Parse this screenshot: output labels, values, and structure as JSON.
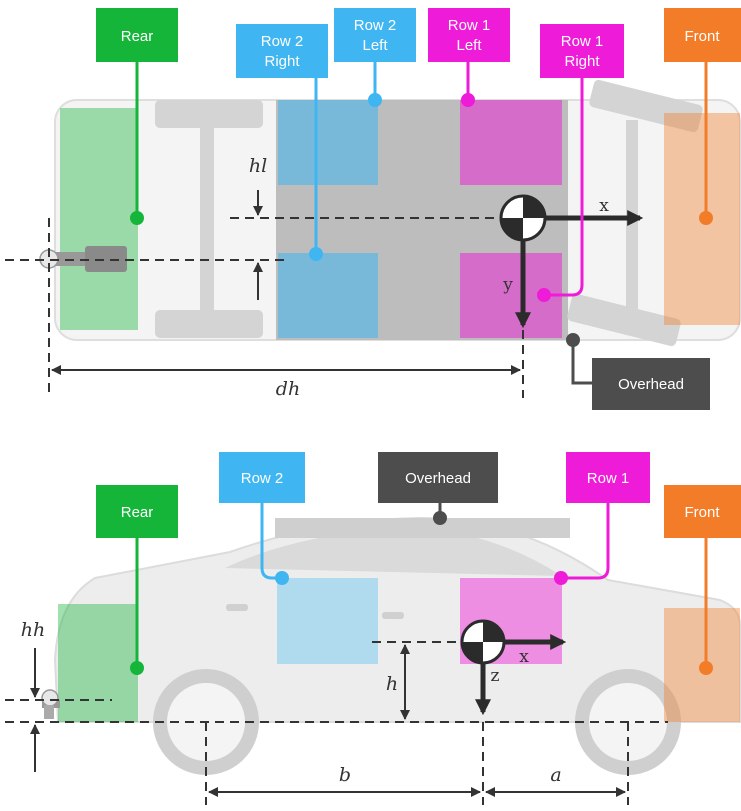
{
  "colors": {
    "rear": "#15b53a",
    "row2": "#3fb6f2",
    "row1": "#ee1bd8",
    "front": "#f37c28",
    "overhead": "#4d4d4d",
    "dim_line": "#333333"
  },
  "icons": [
    "center-of-gravity-icon",
    "hitch-icon",
    "arrow-icon"
  ],
  "top_view": {
    "labels": {
      "rear": "Rear",
      "row2_right_line1": "Row 2",
      "row2_right_line2": "Right",
      "row2_left_line1": "Row 2",
      "row2_left_line2": "Left",
      "row1_left_line1": "Row 1",
      "row1_left_line2": "Left",
      "row1_right_line1": "Row 1",
      "row1_right_line2": "Right",
      "front": "Front",
      "overhead": "Overhead"
    },
    "axes": {
      "x": "x",
      "y": "y"
    },
    "dims": {
      "hl": "hl",
      "dh": "dh"
    }
  },
  "side_view": {
    "labels": {
      "rear": "Rear",
      "row2": "Row 2",
      "overhead": "Overhead",
      "row1": "Row 1",
      "front": "Front"
    },
    "axes": {
      "x": "x",
      "z": "z"
    },
    "dims": {
      "hh": "hh",
      "h": "h",
      "b": "b",
      "a": "a"
    }
  }
}
